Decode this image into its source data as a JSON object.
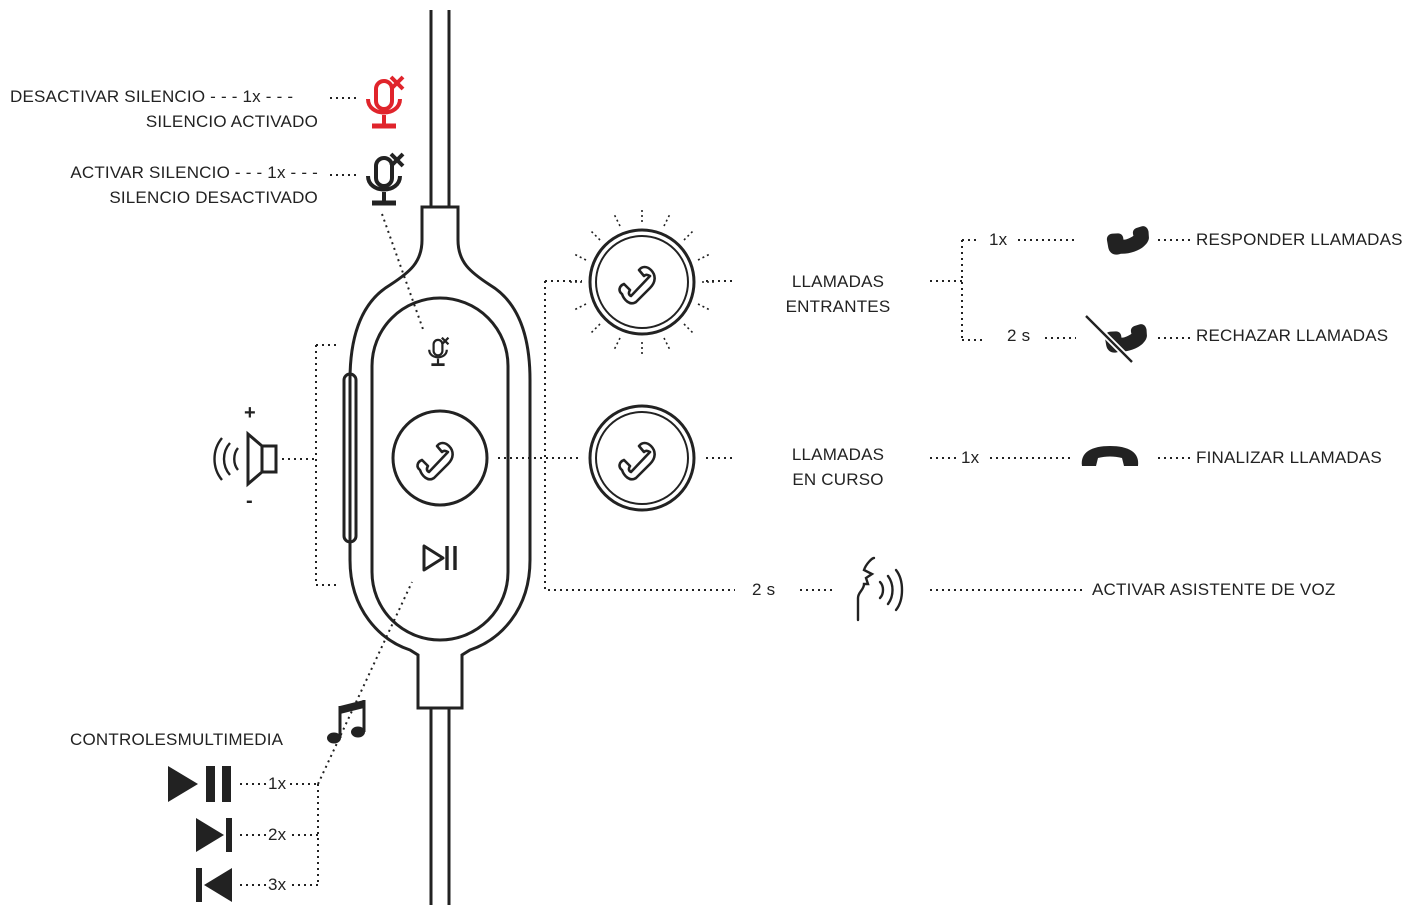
{
  "mute": {
    "unmute_line": "DESACTIVAR SILENCIO - - - 1x - - -",
    "unmute_state": "SILENCIO ACTIVADO",
    "mute_line": "ACTIVAR SILENCIO - - - 1x - - -",
    "mute_state": "SILENCIO DESACTIVADO"
  },
  "volume": {
    "plus": "+",
    "minus": "-"
  },
  "incoming": {
    "label_line1": "LLAMADAS",
    "label_line2": "ENTRANTES",
    "answer_press": "1x",
    "answer_action": "RESPONDER LLAMADAS",
    "reject_press": "2 s",
    "reject_action": "RECHAZAR LLAMADAS"
  },
  "ongoing": {
    "label_line1": "LLAMADAS",
    "label_line2": "EN CURSO",
    "end_press": "1x",
    "end_action": "FINALIZAR LLAMADAS"
  },
  "voice": {
    "press": "2 s",
    "action": "ACTIVAR ASISTENTE DE VOZ"
  },
  "media": {
    "title": "CONTROLESMULTIMEDIA",
    "play_press": "1x",
    "next_press": "2x",
    "prev_press": "3x"
  },
  "colors": {
    "ink": "#222222",
    "accent": "#e0242b"
  },
  "icons": [
    "mic-muted-icon",
    "phone-icon",
    "speaker-icon",
    "play-pause-icon",
    "next-track-icon",
    "previous-track-icon",
    "music-note-icon",
    "voice-assistant-icon",
    "phone-rejected-icon",
    "hang-up-icon"
  ]
}
